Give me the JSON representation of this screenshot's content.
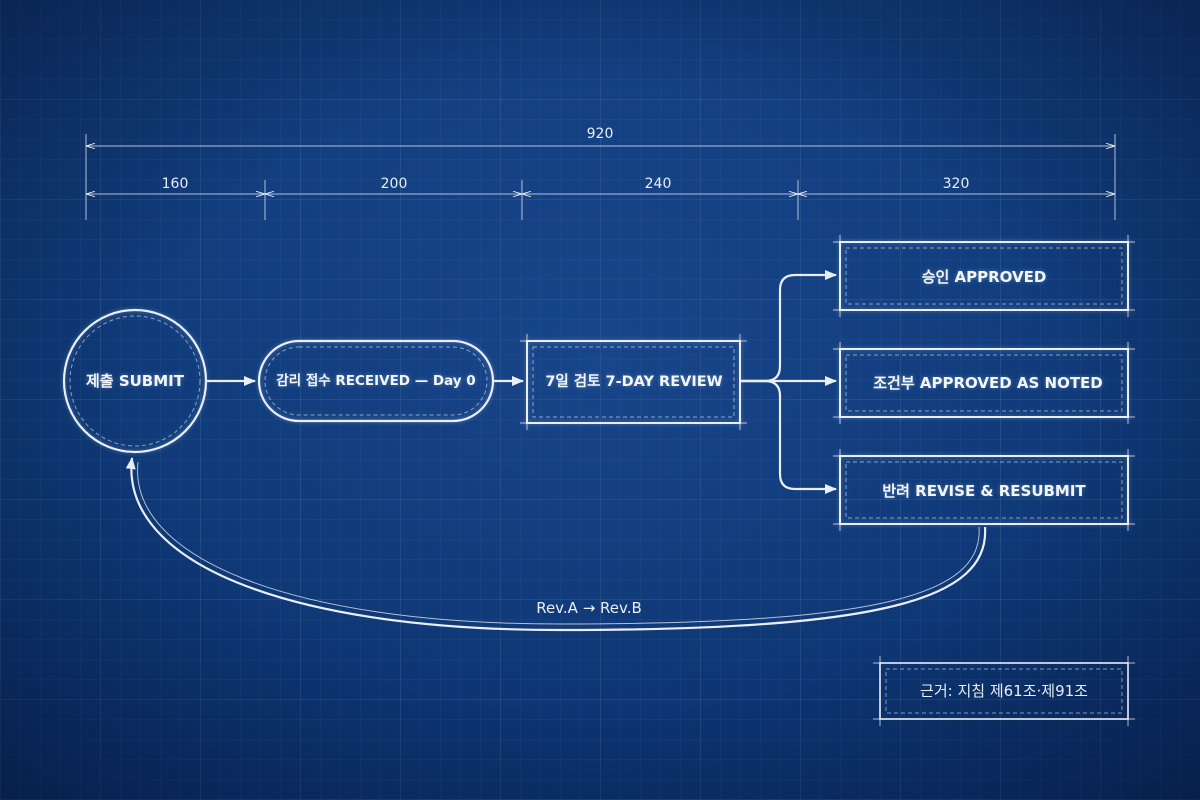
{
  "colors": {
    "background": "#0e3a78",
    "line": "#e9eef7"
  },
  "dimensions": {
    "total": "920",
    "segments": [
      "160",
      "200",
      "240",
      "320"
    ]
  },
  "nodes": {
    "submit": "제출 SUBMIT",
    "received": "감리 접수 RECEIVED — Day 0",
    "review": "7일 검토 7-DAY REVIEW",
    "approved": "승인 APPROVED",
    "approved_as_noted": "조건부 APPROVED AS NOTED",
    "revise": "반려 REVISE & RESUBMIT"
  },
  "loop_label": "Rev.A → Rev.B",
  "reference": "근거: 지침 제61조·제91조"
}
